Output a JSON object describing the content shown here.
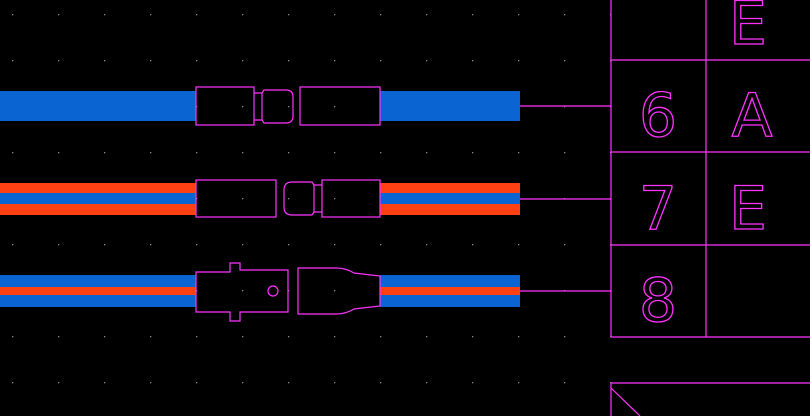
{
  "colors": {
    "background": "#000000",
    "grid_dot": "#8a8a8a",
    "outline": "#ff33ff",
    "wire_blue": "#0a64d2",
    "wire_red": "#ff4012"
  },
  "wires": [
    {
      "id": "wire-1",
      "pattern": "solid-blue"
    },
    {
      "id": "wire-2",
      "pattern": "red-blue-red"
    },
    {
      "id": "wire-3",
      "pattern": "blue-red-blue"
    }
  ],
  "connector_chart": {
    "rows": [
      {
        "pin": "",
        "code": "E"
      },
      {
        "pin": "6",
        "code": "A"
      },
      {
        "pin": "7",
        "code": "E"
      },
      {
        "pin": "8",
        "code": ""
      }
    ]
  }
}
